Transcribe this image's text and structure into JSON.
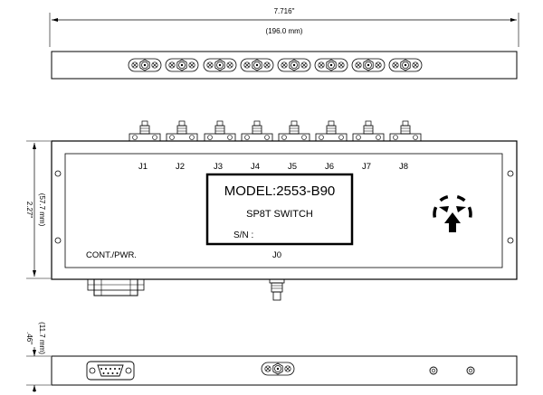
{
  "dimensions": {
    "width_in": "7.716\"",
    "width_mm": "(196.0 mm)",
    "height_in": "2.27\"",
    "height_mm": "(57.7 mm)",
    "depth_in": ".46\"",
    "depth_mm": "(11.7 mm)"
  },
  "front_view": {
    "port_labels": [
      "J1",
      "J2",
      "J3",
      "J4",
      "J5",
      "J6",
      "J7",
      "J8"
    ],
    "common_port_label": "J0",
    "control_label": "CONT./PWR.",
    "label_plate": {
      "model": "MODEL:2553-B90",
      "description": "SP8T SWITCH",
      "serial": "S/N :"
    }
  },
  "icons": [
    "esd-sensitive-symbol",
    "sma-connector",
    "dsub-connector",
    "mounting-hole"
  ]
}
